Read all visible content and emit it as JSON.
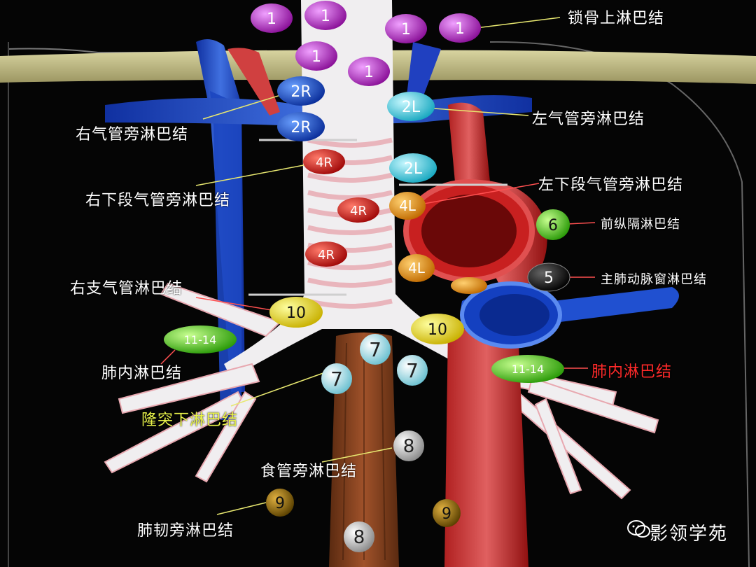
{
  "labels": {
    "supraclavicular": "锁骨上淋巴结",
    "right_paratracheal": "右气管旁淋巴结",
    "left_paratracheal": "左气管旁淋巴结",
    "right_lower_paratracheal": "右下段气管旁淋巴结",
    "left_lower_paratracheal": "左下段气管旁淋巴结",
    "prevascular": "前纵隔淋巴结",
    "aortopulmonary": "主肺动脉窗淋巴结",
    "right_hilar": "右支气管淋巴结",
    "right_intrapulmonary": "肺内淋巴结",
    "left_intrapulmonary": "肺内淋巴结",
    "subcarinal": "隆突下淋巴结",
    "paraesophageal": "食管旁淋巴结",
    "pulmonary_ligament": "肺韧旁淋巴结"
  },
  "watermark": "影领学苑",
  "nodes": {
    "n1": "1",
    "n2R": "2R",
    "n2L": "2L",
    "n4R": "4R",
    "n4L": "4L",
    "n5": "5",
    "n6": "6",
    "n7": "7",
    "n8": "8",
    "n9": "9",
    "n10": "10",
    "n1114": "11-14"
  },
  "colors": {
    "station1": "#a020b0",
    "station2R": "#1a4fc0",
    "station2L": "#34c8d8",
    "station4R": "#c81818",
    "station4L": "#e08a10",
    "station5": "#111111",
    "station6": "#3cc81a",
    "station7": "#9ad8e4",
    "station8": "#b8b8b8",
    "station9": "#8a6a10",
    "station10": "#e8d818",
    "station11_14": "#5cc828"
  }
}
